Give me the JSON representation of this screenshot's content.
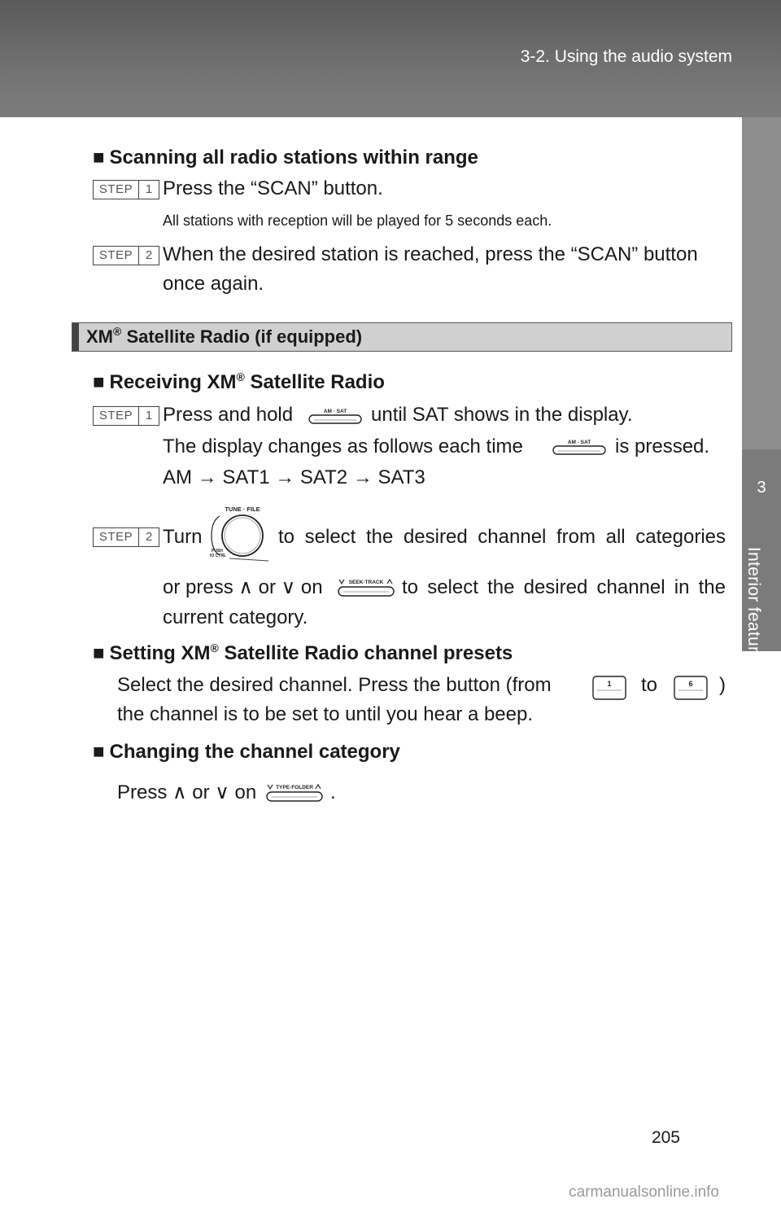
{
  "header": {
    "title": "3-2. Using the audio system"
  },
  "side_tab": {
    "chapter_number": "3",
    "chapter_label": "Interior features"
  },
  "scan": {
    "heading": "Scanning all radio stations within range",
    "step1": {
      "step_word": "STEP",
      "step_number": "1",
      "text": "Press the “SCAN” button."
    },
    "note": "All stations with reception will be played for 5 seconds each.",
    "step2": {
      "step_word": "STEP",
      "step_number": "2",
      "line1": "When the desired station is reached, press the “SCAN” button",
      "line2": "once again."
    }
  },
  "section": {
    "title_pre": "XM",
    "title_reg": "®",
    "title_post": " Satellite Radio (if equipped)"
  },
  "receiving": {
    "heading_pre": "Receiving XM",
    "heading_reg": "®",
    "heading_post": " Satellite Radio",
    "step1": {
      "step_word": "STEP",
      "step_number": "1",
      "line1_a": "Press and hold",
      "line1_b": "until SAT shows in the display.",
      "line2_a": "The display changes as follows each time",
      "line2_b": "is pressed.",
      "sequence": "AM → SAT1 → SAT2 → SAT3"
    },
    "step2": {
      "step_word": "STEP",
      "step_number": "2",
      "line1_a": "Turn",
      "line1_b": "to select the desired channel from all categories",
      "line2_a": "or press ∧ or ∨ on",
      "line2_b": "to select the desired channel in the",
      "line3": "current category."
    }
  },
  "presets": {
    "heading_pre": "Setting XM",
    "heading_reg": "®",
    "heading_post": " Satellite Radio channel presets",
    "line1_a": "Select the desired channel. Press the button (from",
    "line1_b": "to",
    "line1_c": ")",
    "line2": "the channel is to be set to until you hear a beep."
  },
  "category": {
    "heading": "Changing the channel category",
    "line_a": "Press ∧ or ∨ on",
    "line_b": "."
  },
  "buttons": {
    "am_sat": "AM · SAT",
    "tune_file": "TUNE · FILE",
    "push_1": "PUSH",
    "push_2": "IO CTRL",
    "seek_track": "SEEK·TRACK",
    "type_folder": "TYPE·FOLDER",
    "preset_first": "1",
    "preset_last": "6"
  },
  "footer": {
    "page_number": "205",
    "watermark": "carmanualsonline.info"
  }
}
